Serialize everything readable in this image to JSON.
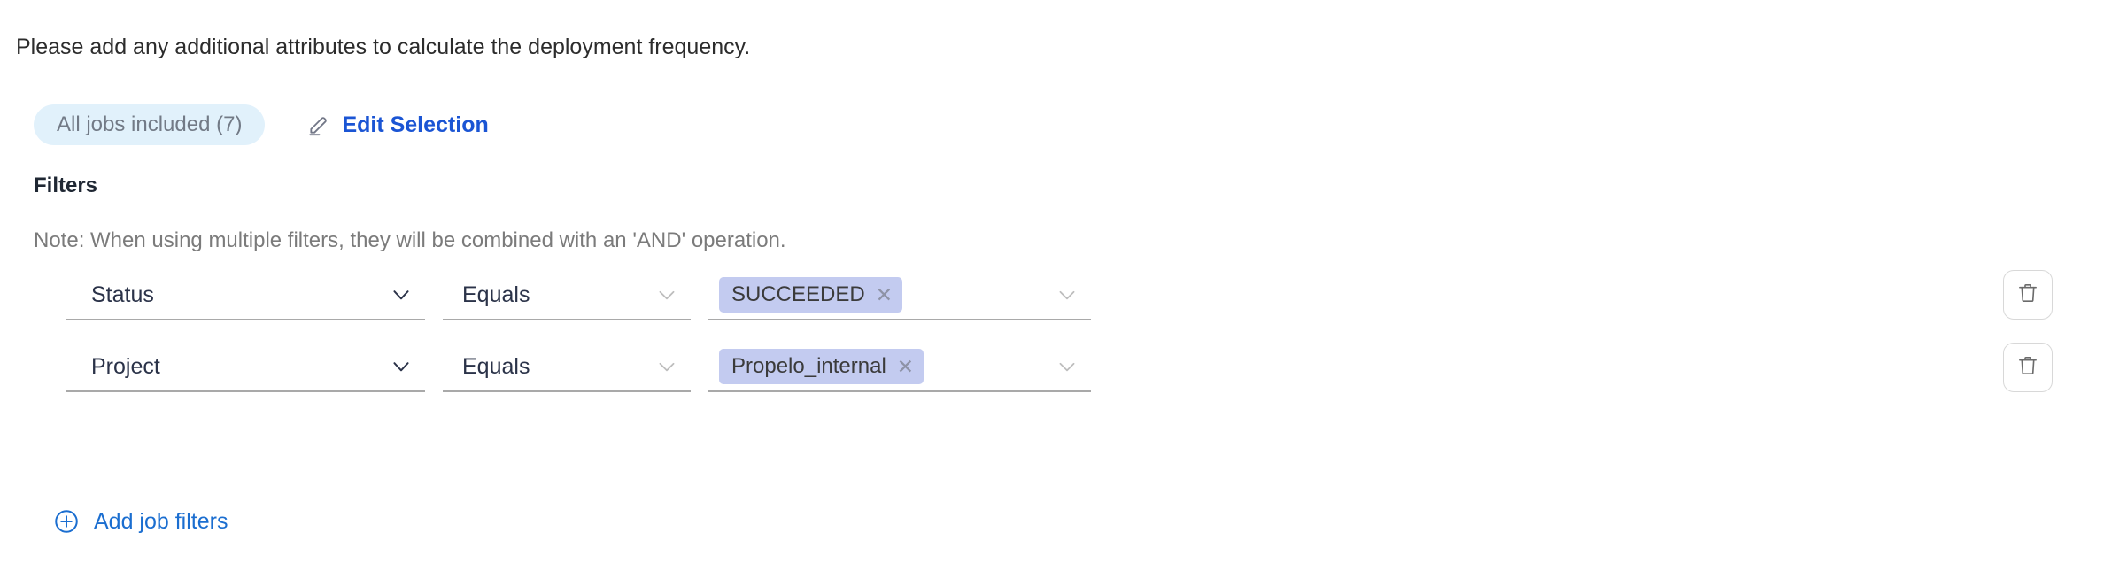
{
  "intro": {
    "text": "Please add any additional attributes to calculate the deployment frequency."
  },
  "selection": {
    "jobs_pill_label": "All jobs included (7)",
    "edit_label": "Edit Selection",
    "pencil_icon": "pencil-icon"
  },
  "filters": {
    "title": "Filters",
    "note": "Note: When using multiple filters, they will be combined with an 'AND' operation.",
    "add_label": "Add job filters",
    "add_icon": "plus-circle-icon",
    "delete_icon": "trash-icon",
    "chevron_icon": "chevron-down-icon",
    "chip_close_icon": "close-icon",
    "rows": [
      {
        "attribute": "Status",
        "operator": "Equals",
        "values": [
          "SUCCEEDED"
        ]
      },
      {
        "attribute": "Project",
        "operator": "Equals",
        "values": [
          "Propelo_internal"
        ]
      }
    ]
  },
  "colors": {
    "link_blue": "#1b55d4",
    "add_link_blue": "#1b6ed0",
    "pill_bg": "#e1f1fb",
    "pill_text": "#727a86",
    "chip_bg": "#c3cbf0",
    "chip_text": "#3b3b3b",
    "field_text": "#2b3349",
    "underline": "#a9a9a9",
    "note_text": "#7b7b7b"
  }
}
